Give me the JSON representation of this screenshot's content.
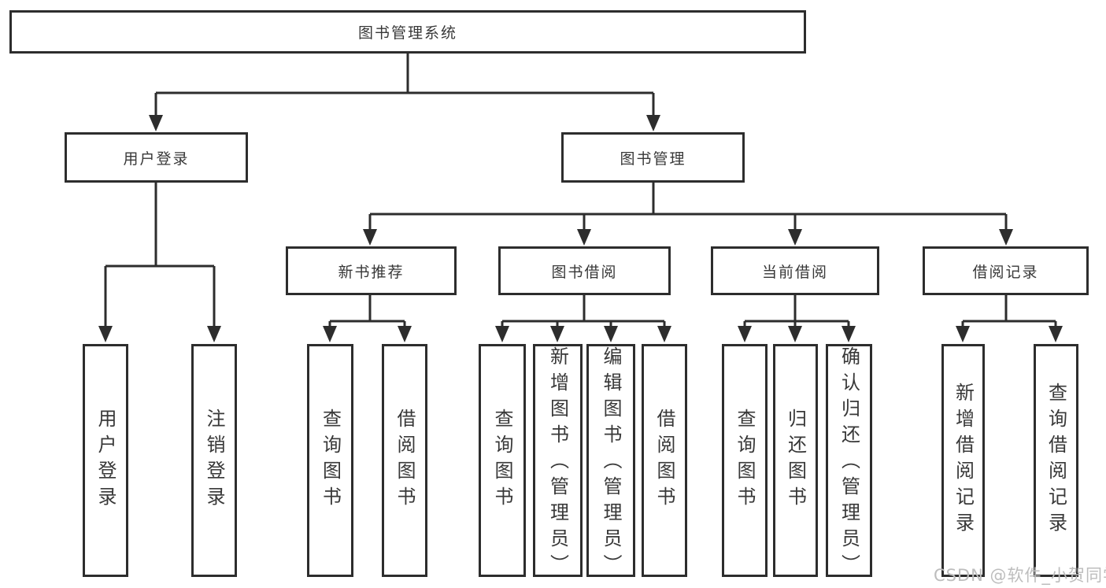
{
  "root": {
    "label": "图书管理系统",
    "children": [
      {
        "label": "用户登录",
        "children": [
          {
            "label": "用户登录"
          },
          {
            "label": "注销登录"
          }
        ]
      },
      {
        "label": "图书管理",
        "children": [
          {
            "label": "新书推荐",
            "children": [
              {
                "label": "查询图书"
              },
              {
                "label": "借阅图书"
              }
            ]
          },
          {
            "label": "图书借阅",
            "children": [
              {
                "label": "查询图书"
              },
              {
                "label": "新增图书（管理员）"
              },
              {
                "label": "编辑图书（管理员）"
              },
              {
                "label": "借阅图书"
              }
            ]
          },
          {
            "label": "当前借阅",
            "children": [
              {
                "label": "查询图书"
              },
              {
                "label": "归还图书"
              },
              {
                "label": "确认归还（管理员）"
              }
            ]
          },
          {
            "label": "借阅记录",
            "children": [
              {
                "label": "新增借阅记录"
              },
              {
                "label": "查询借阅记录"
              }
            ]
          }
        ]
      }
    ]
  },
  "watermark": "CSDN @软件_小贺同学",
  "colors": {
    "line": "#2d2d2d",
    "text": "#383838",
    "box_background": "#ffffff",
    "page_background": "#ffffff",
    "watermark": "#bdbdbd"
  }
}
